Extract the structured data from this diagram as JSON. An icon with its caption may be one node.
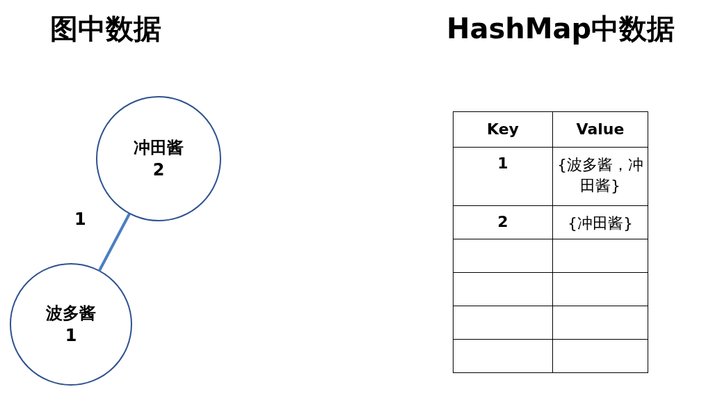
{
  "diagram": {
    "nodes": [
      {
        "text": [
          "冲田酱",
          "2"
        ]
      },
      {
        "text": [
          "波多酱",
          "1"
        ]
      }
    ],
    "edges": [
      {
        "from": 0,
        "to": 1,
        "arrow": "none",
        "label": "1"
      }
    ],
    "labels": [
      "图中数据",
      "HashMap中数据",
      "Key",
      "Value",
      "1",
      "{波多酱，冲田酱}",
      "2",
      "{冲田酱}"
    ]
  }
}
